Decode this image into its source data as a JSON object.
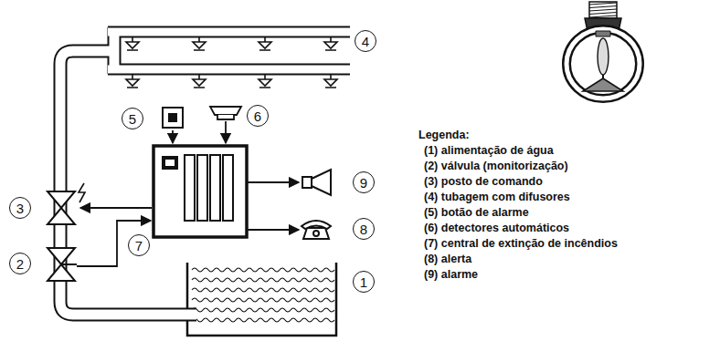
{
  "diagram": {
    "nodes": [
      {
        "text": [
          "4"
        ]
      },
      {
        "text": [
          "5"
        ]
      },
      {
        "text": [
          "6"
        ]
      },
      {
        "text": [
          "9"
        ]
      },
      {
        "text": [
          "3"
        ]
      },
      {
        "text": [
          "8"
        ]
      },
      {
        "text": [
          "7"
        ]
      },
      {
        "text": [
          "2"
        ]
      },
      {
        "text": [
          "1"
        ]
      }
    ],
    "labels": [
      "Legenda:"
    ],
    "legend": [
      {
        "text": "(1) alimentação de água"
      },
      {
        "text": "(2) válvula (monitorização)"
      },
      {
        "text": "(3) posto de comando"
      },
      {
        "text": "(4) tubagem com difusores"
      },
      {
        "text": "(5) botão de alarme"
      },
      {
        "text": "(6) detectores automáticos"
      },
      {
        "text": "(7) central de extinção de incêndios"
      },
      {
        "text": "(8) alerta"
      },
      {
        "text": "(9) alarme"
      }
    ]
  }
}
